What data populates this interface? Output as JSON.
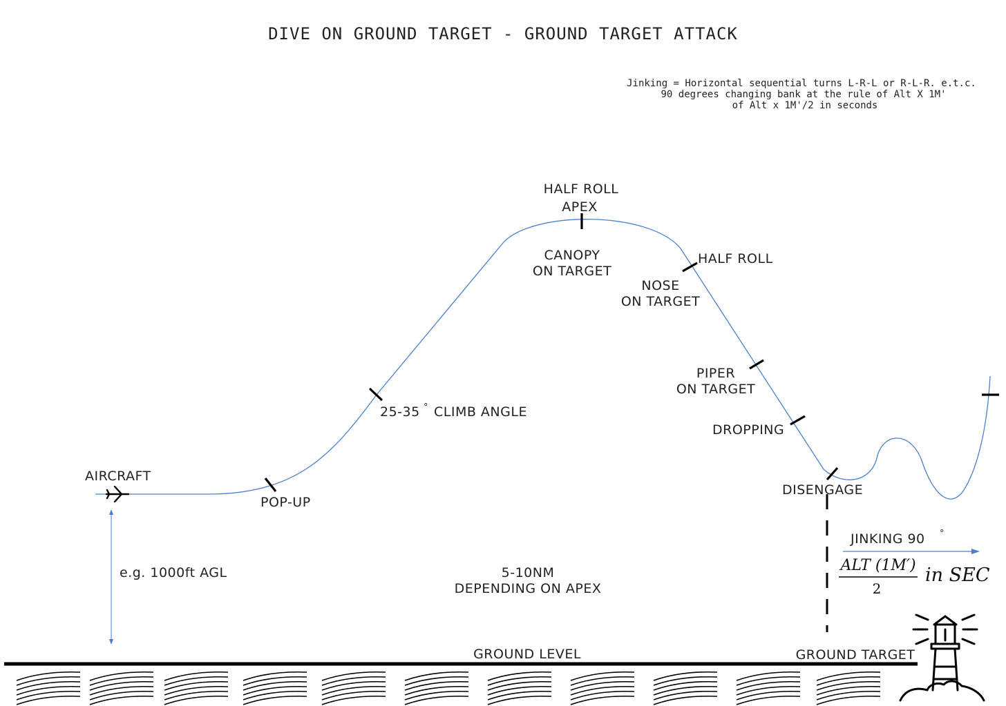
{
  "title": "DIVE ON GROUND TARGET - GROUND TARGET ATTACK",
  "note": {
    "line1": "Jinking = Horizontal sequential turns L-R-L or R-L-R. e.t.c.",
    "line2": "90 degrees changing bank at the rule of Alt X 1M'",
    "line3": "of Alt x 1M'/2 in seconds"
  },
  "labels": {
    "aircraft": "AIRCRAFT",
    "pop_up": "POP-UP",
    "climb_angle_value": "25-35",
    "climb_angle_degree": "°",
    "climb_angle_text": "CLIMB ANGLE",
    "half_roll_apex_1": "HALF ROLL",
    "half_roll_apex_2": "APEX",
    "canopy_1": "CANOPY",
    "canopy_2": "ON TARGET",
    "half_roll": "HALF ROLL",
    "nose_1": "NOSE",
    "nose_2": "ON TARGET",
    "piper_1": "PIPER",
    "piper_2": "ON TARGET",
    "dropping": "DROPPING",
    "disengage": "DISENGAGE",
    "altitude_example": "e.g. 1000ft AGL",
    "distance_1": "5-10NM",
    "distance_2": "DEPENDING ON APEX",
    "jinking": "JINKING 90",
    "jinking_degree": "°",
    "ground_level": "GROUND LEVEL",
    "ground_target": "GROUND TARGET"
  },
  "formula": {
    "numerator": "ALT (1M′)",
    "denominator": "2",
    "suffix": "in SEC"
  },
  "icons": {
    "aircraft": "airplane-icon",
    "target": "lighthouse-icon",
    "terrain": "hatched-ground-pattern"
  },
  "colors": {
    "flight_path": "#4a7fd0",
    "ink": "#000000"
  }
}
